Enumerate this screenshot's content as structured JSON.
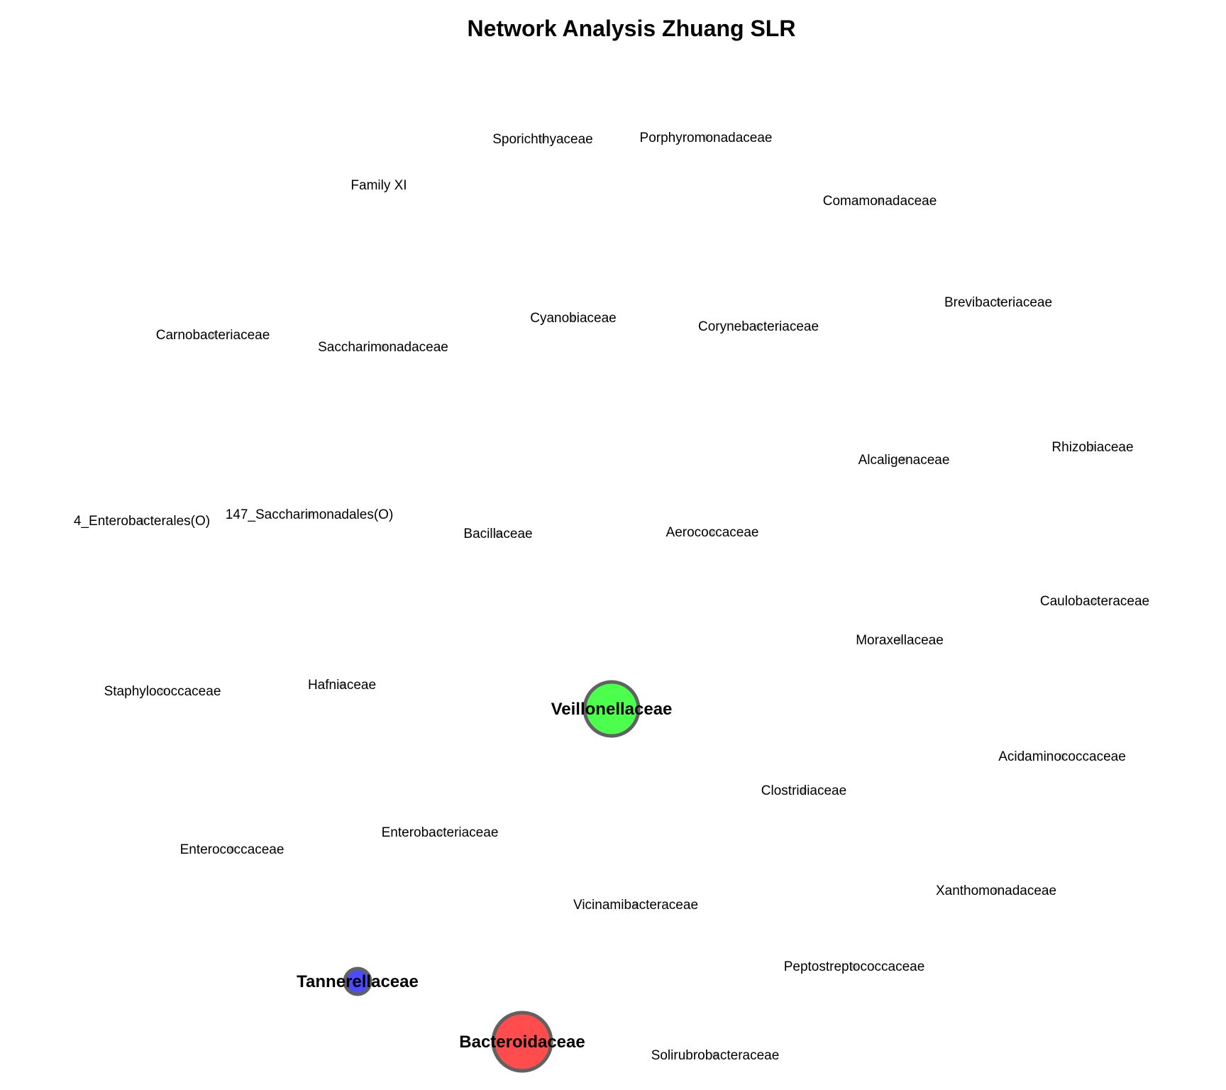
{
  "title": "Network Analysis Zhuang SLR",
  "colors": {
    "veillonellaceae": "#4cff4c",
    "bacteroidaceae": "#ff4c4c",
    "tannerellaceae": "#4c4cff",
    "minor_node": "#d6d6d6",
    "major_outline": "#616161"
  },
  "nodes": [
    {
      "id": "sporichthyaceae",
      "label": "Sporichthyaceae",
      "major": false
    },
    {
      "id": "porphyromonadaceae",
      "label": "Porphyromonadaceae",
      "major": false
    },
    {
      "id": "family-xi",
      "label": "Family XI",
      "major": false
    },
    {
      "id": "comamonadaceae",
      "label": "Comamonadaceae",
      "major": false
    },
    {
      "id": "brevibacteriaceae",
      "label": "Brevibacteriaceae",
      "major": false
    },
    {
      "id": "cyanobiaceae",
      "label": "Cyanobiaceae",
      "major": false
    },
    {
      "id": "corynebacteriaceae",
      "label": "Corynebacteriaceae",
      "major": false
    },
    {
      "id": "carnobacteriaceae",
      "label": "Carnobacteriaceae",
      "major": false
    },
    {
      "id": "saccharimonadaceae",
      "label": "Saccharimonadaceae",
      "major": false
    },
    {
      "id": "rhizobiaceae",
      "label": "Rhizobiaceae",
      "major": false
    },
    {
      "id": "alcaligenaceae",
      "label": "Alcaligenaceae",
      "major": false
    },
    {
      "id": "4-enterobacterales",
      "label": "4_Enterobacterales(O)",
      "major": false
    },
    {
      "id": "147-saccharimonadales",
      "label": "147_Saccharimonadales(O)",
      "major": false
    },
    {
      "id": "bacillaceae",
      "label": "Bacillaceae",
      "major": false
    },
    {
      "id": "aerococcaceae",
      "label": "Aerococcaceae",
      "major": false
    },
    {
      "id": "caulobacteraceae",
      "label": "Caulobacteraceae",
      "major": false
    },
    {
      "id": "moraxellaceae",
      "label": "Moraxellaceae",
      "major": false
    },
    {
      "id": "staphylococcaceae",
      "label": "Staphylococcaceae",
      "major": false
    },
    {
      "id": "hafniaceae",
      "label": "Hafniaceae",
      "major": false
    },
    {
      "id": "veillonellaceae",
      "label": "Veillonellaceae",
      "major": true,
      "color": "#4cff4c"
    },
    {
      "id": "acidaminococcaceae",
      "label": "Acidaminococcaceae",
      "major": false
    },
    {
      "id": "clostridiaceae",
      "label": "Clostridiaceae",
      "major": false
    },
    {
      "id": "enterobacteriaceae",
      "label": "Enterobacteriaceae",
      "major": false
    },
    {
      "id": "enterococcaceae",
      "label": "Enterococcaceae",
      "major": false
    },
    {
      "id": "xanthomonadaceae",
      "label": "Xanthomonadaceae",
      "major": false
    },
    {
      "id": "vicinamibacteraceae",
      "label": "Vicinamibacteraceae",
      "major": false
    },
    {
      "id": "peptostreptococcaceae",
      "label": "Peptostreptococcaceae",
      "major": false
    },
    {
      "id": "tannerellaceae",
      "label": "Tannerellaceae",
      "major": true,
      "color": "#4c4cff"
    },
    {
      "id": "bacteroidaceae",
      "label": "Bacteroidaceae",
      "major": true,
      "color": "#ff4c4c"
    },
    {
      "id": "solirubrobacteraceae",
      "label": "Solirubrobacteraceae",
      "major": false
    }
  ]
}
